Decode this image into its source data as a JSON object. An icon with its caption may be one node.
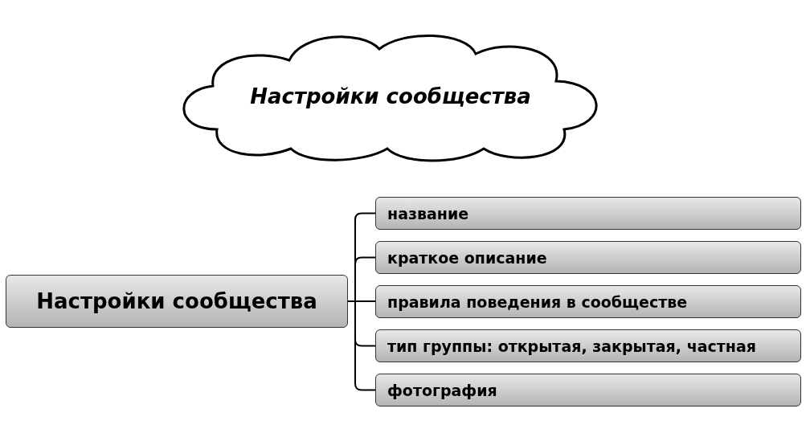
{
  "diagram": {
    "nodes": [
      {
        "text": [
          "Настройки сообщества"
        ]
      },
      {
        "text": [
          "Настройки сообщества"
        ]
      },
      {
        "text": [
          "название"
        ]
      },
      {
        "text": [
          "краткое описание"
        ]
      },
      {
        "text": [
          "правила поведения в сообществе"
        ]
      },
      {
        "text": [
          "тип группы: открытая, закрытая, частная"
        ]
      },
      {
        "text": [
          "фотография"
        ]
      }
    ],
    "edges": [
      {
        "from": 1,
        "to": 2,
        "arrow": "none"
      },
      {
        "from": 1,
        "to": 3,
        "arrow": "none"
      },
      {
        "from": 1,
        "to": 4,
        "arrow": "none"
      },
      {
        "from": 1,
        "to": 5,
        "arrow": "none"
      },
      {
        "from": 1,
        "to": 6,
        "arrow": "none"
      }
    ]
  }
}
